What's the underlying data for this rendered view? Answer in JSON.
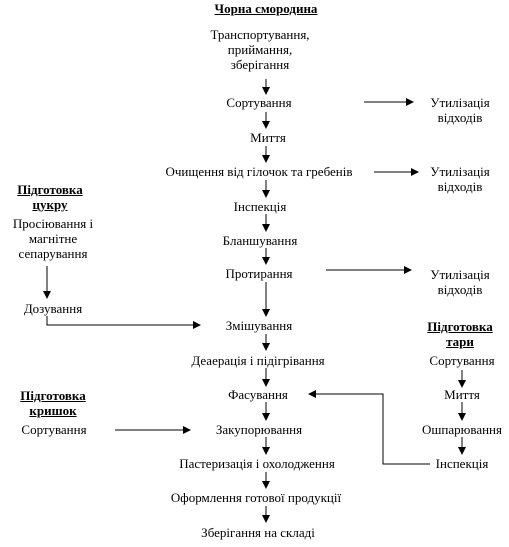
{
  "title": "Чорна смородина",
  "main_steps": {
    "transport": [
      "Транспортування,",
      "приймання,",
      "зберігання"
    ],
    "sorting": "Сортування",
    "washing": "Миття",
    "cleaning": "Очищення від гілочок та гребенів",
    "inspection": "Інспекція",
    "blanching": "Бланшування",
    "wiping": "Протирання",
    "mixing": "Змішування",
    "deaeration": "Деаерація і підігрівання",
    "filling": "Фасування",
    "capping": "Закупорювання",
    "pasteurization": "Пастеризація і охолодження",
    "finishing": "Оформлення готової продукції",
    "storage": "Зберігання на складі"
  },
  "waste": {
    "w1": [
      "Утилізація",
      "відходів"
    ],
    "w2": [
      "Утилізація",
      "відходів"
    ],
    "w3": [
      "Утилізація",
      "відходів"
    ]
  },
  "sugar": {
    "title": [
      "Підготовка",
      "цукру"
    ],
    "sifting": [
      "Просіювання і",
      "магнітне",
      "сепарування"
    ],
    "dosing": "Дозування"
  },
  "caps": {
    "title": [
      "Підготовка",
      "кришок"
    ],
    "sorting": "Сортування"
  },
  "containers": {
    "title": [
      "Підготовка",
      "тари"
    ],
    "sorting": "Сортування",
    "washing": "Миття",
    "scalding": "Ошпарювання",
    "inspection": "Інспекція"
  }
}
